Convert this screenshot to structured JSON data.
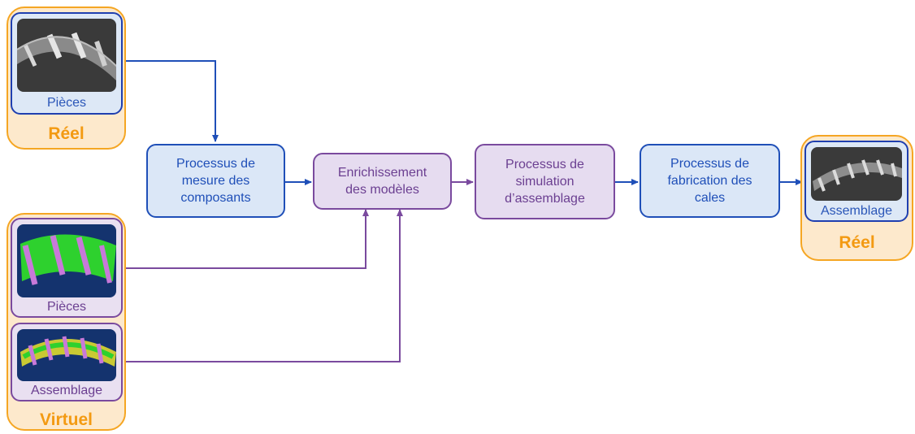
{
  "groups": {
    "reel_left": {
      "label": "Réel"
    },
    "virtuel": {
      "label": "Virtuel"
    },
    "reel_right": {
      "label": "Réel"
    }
  },
  "cards": {
    "reel_pieces": {
      "caption": "Pièces"
    },
    "virtuel_pieces": {
      "caption": "Pièces"
    },
    "virtuel_assemblage": {
      "caption": "Assemblage"
    },
    "reel_assemblage": {
      "caption": "Assemblage"
    }
  },
  "processes": {
    "mesure": {
      "label": "Processus de\nmesure des\ncomposants"
    },
    "enrichissement": {
      "label": "Enrichissement\ndes modèles"
    },
    "simulation": {
      "label": "Processus de\nsimulation\nd’assemblage"
    },
    "fabrication": {
      "label": "Processus de\nfabrication des\ncales"
    }
  },
  "colors": {
    "real": "#1f4fb8",
    "virtual": "#7a4a9e",
    "frame": "#f5a623"
  }
}
